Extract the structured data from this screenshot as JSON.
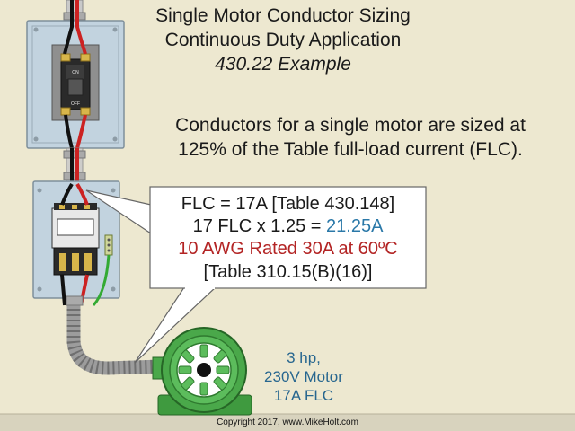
{
  "title": {
    "line1": "Single Motor Conductor Sizing",
    "line2": "Continuous Duty Application",
    "line3": "430.22 Example"
  },
  "description": {
    "line1": "Conductors for a single motor are sized at",
    "line2": "125% of the Table full-load current (FLC)."
  },
  "callout": {
    "line1": "FLC = 17A [Table 430.148]",
    "line2_prefix": "17 FLC x 1.25 = ",
    "line2_result": "21.25A",
    "line3": "10 AWG Rated 30A at 60ºC",
    "line4": "[Table 310.15(B)(16)]"
  },
  "breaker_labels": {
    "on": "ON",
    "off": "OFF"
  },
  "motor_label": {
    "line1": "3 hp,",
    "line2": "230V Motor",
    "line3": "17A FLC"
  },
  "copyright": "Copyright 2017, www.MikeHolt.com",
  "colors": {
    "background": "#ede8d0",
    "panel": "#c2d3df",
    "motor": "#4aa84a",
    "conductor_hot_red": "#cc2222",
    "conductor_hot_black": "#111111",
    "ground_green": "#33aa33",
    "callout_result": "#2a78a8",
    "callout_rating": "#b32424",
    "motor_text": "#27668f"
  }
}
